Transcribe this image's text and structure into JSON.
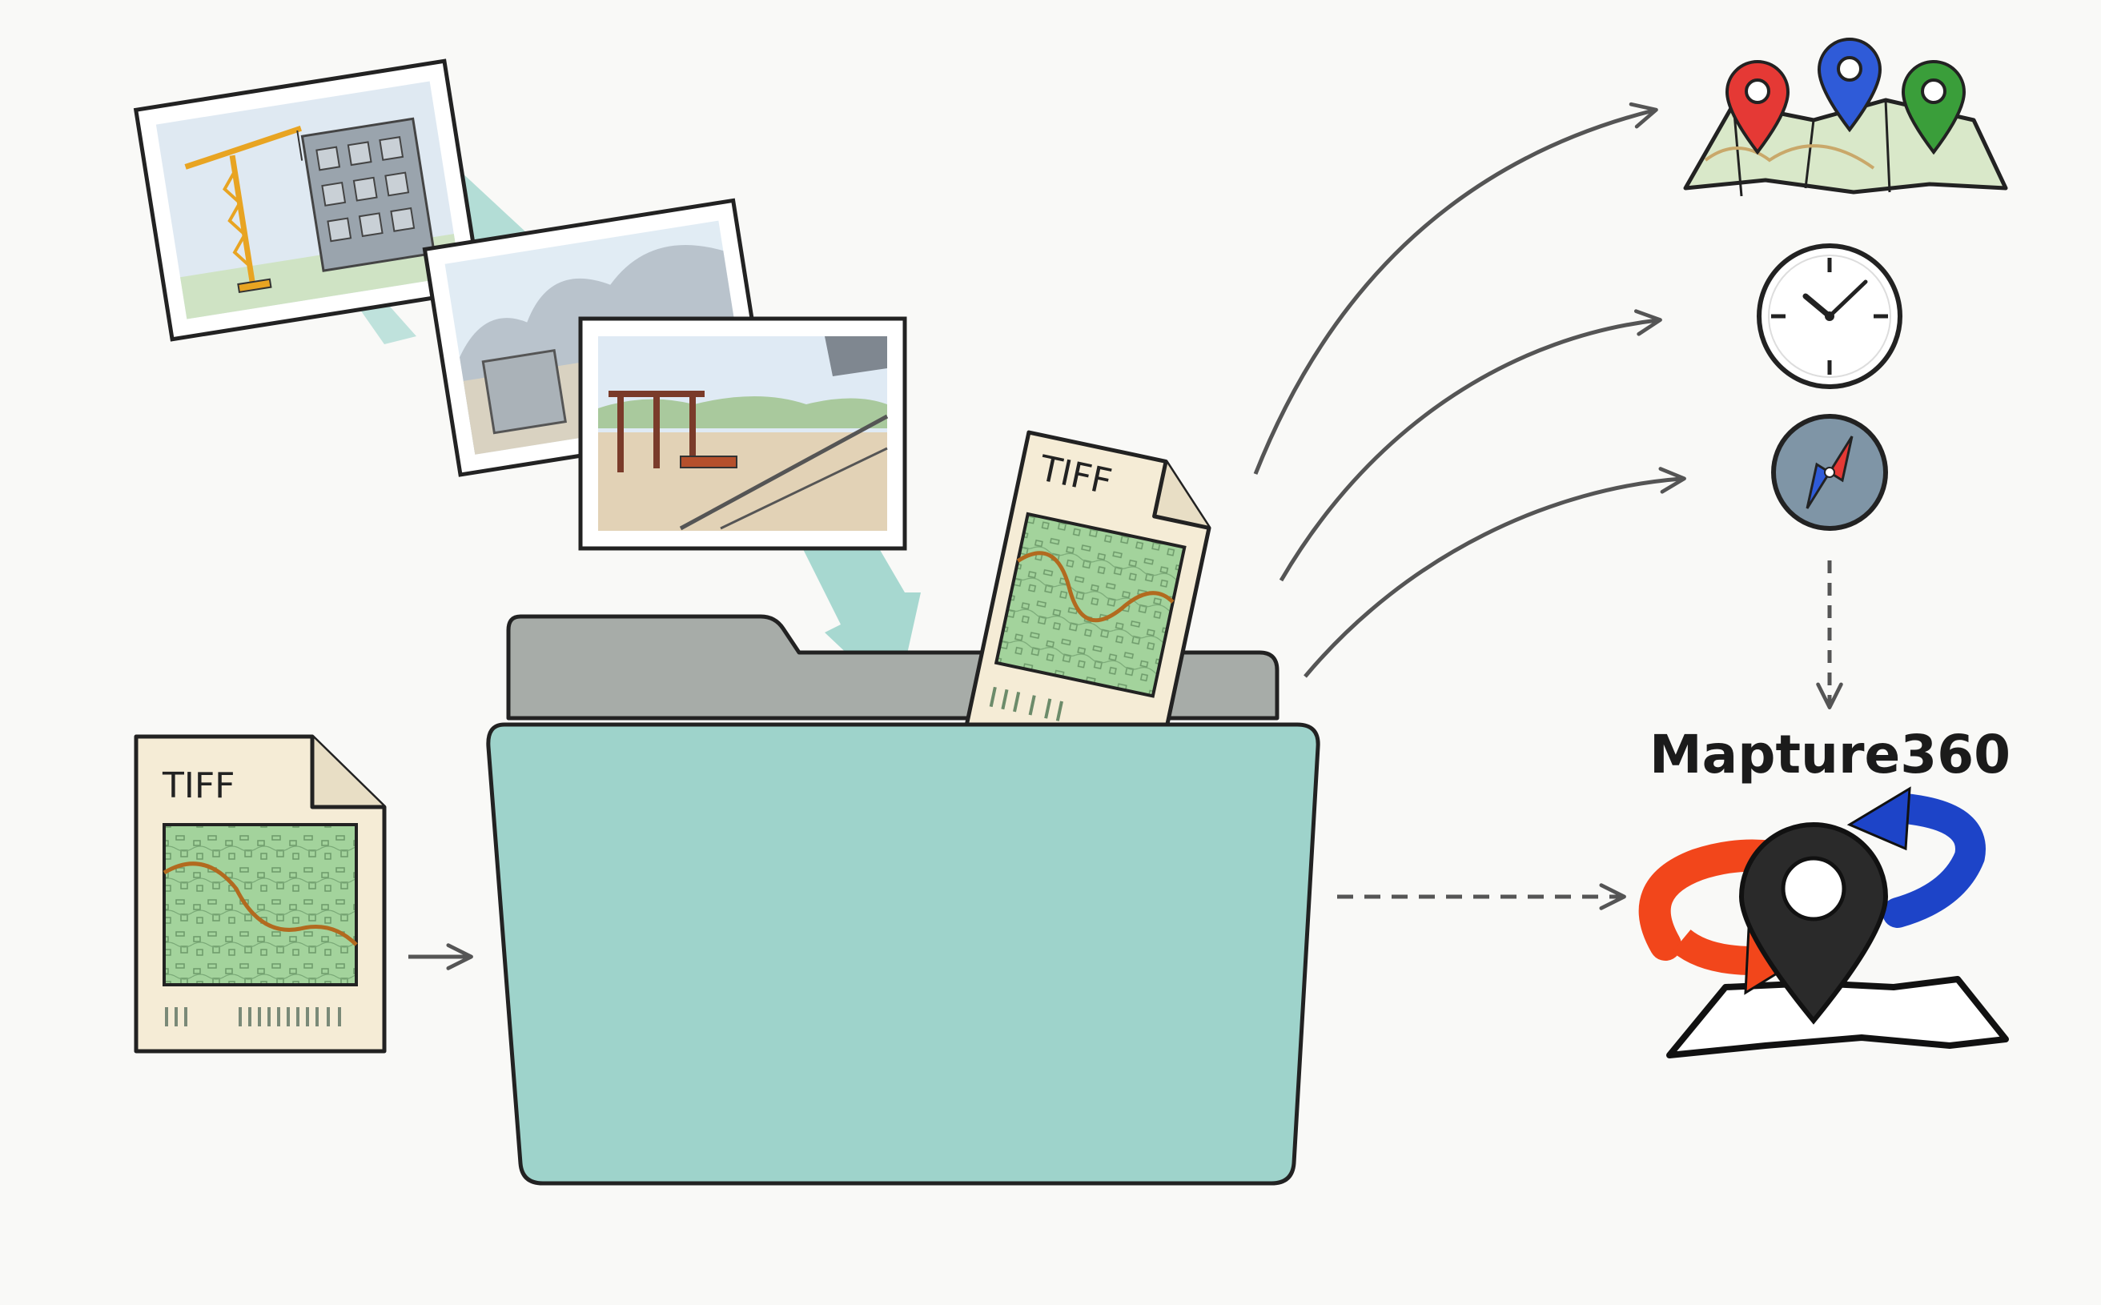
{
  "tiff_labels": {
    "inbound_file": "TIFF",
    "folder_file": "TIFF"
  },
  "brand": {
    "name": "Mapture360"
  },
  "icons": {
    "photos": [
      "construction-crane-photo",
      "building-site-photo",
      "deck-construction-photo"
    ],
    "tiff_files": [
      "tiff-map-file-icon",
      "tiff-map-file-icon"
    ],
    "folder": "folder-icon",
    "outputs": [
      "map-pins-icon",
      "clock-icon",
      "compass-icon"
    ],
    "logo": "mapture360-logo-icon"
  },
  "colors": {
    "folder_body": "#9ed3cb",
    "folder_back": "#a7aca8",
    "photo_flow": "#9ed3cb",
    "paper": "#f5ecd6",
    "map_green": "#a3d39c",
    "arrow": "#555555",
    "pin_red": "#e53935",
    "pin_blue": "#2f5bd8",
    "pin_green": "#3a9e3a",
    "logo_orange": "#f2461b",
    "logo_blue": "#1d44c8",
    "logo_pin": "#2a2a2a"
  }
}
